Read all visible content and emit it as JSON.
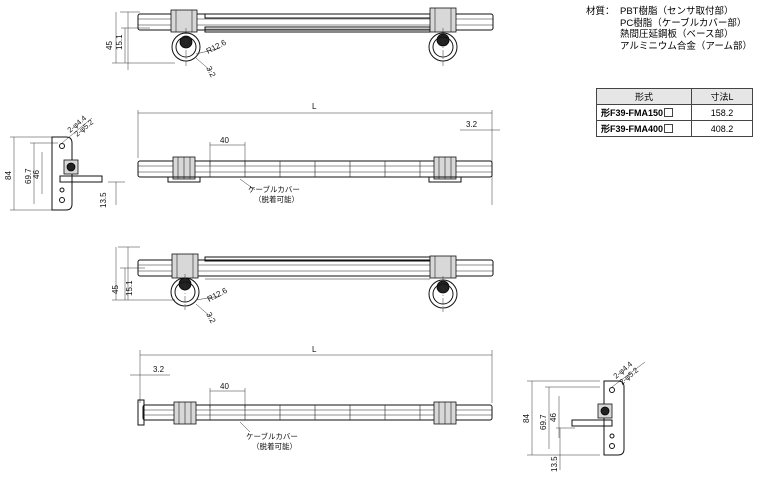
{
  "material": {
    "heading": "材質：",
    "items": [
      "PBT樹脂（センサ取付部）",
      "PC樹脂（ケーブルカバー部）",
      "熱間圧延鋼板（ベース部）",
      "アルミニウム合金（アーム部）"
    ]
  },
  "table": {
    "headers": [
      "形式",
      "寸法L"
    ],
    "rows": [
      {
        "model": "形F39-FMA150",
        "L": "158.2"
      },
      {
        "model": "形F39-FMA400",
        "L": "408.2"
      }
    ]
  },
  "dimensions": {
    "d45": "45",
    "d15_1": "15.1",
    "r12_6": "R12.6",
    "d3_2": "3.2",
    "L": "L",
    "d40": "40",
    "d84": "84",
    "d69_7": "69.7",
    "d46": "46",
    "d13_5": "13.5",
    "hole_a": "2-φ4.4",
    "hole_b": "2-φ5.2"
  },
  "labels": {
    "cable_cover": "ケーブルカバー",
    "removable": "（脱着可能）"
  }
}
